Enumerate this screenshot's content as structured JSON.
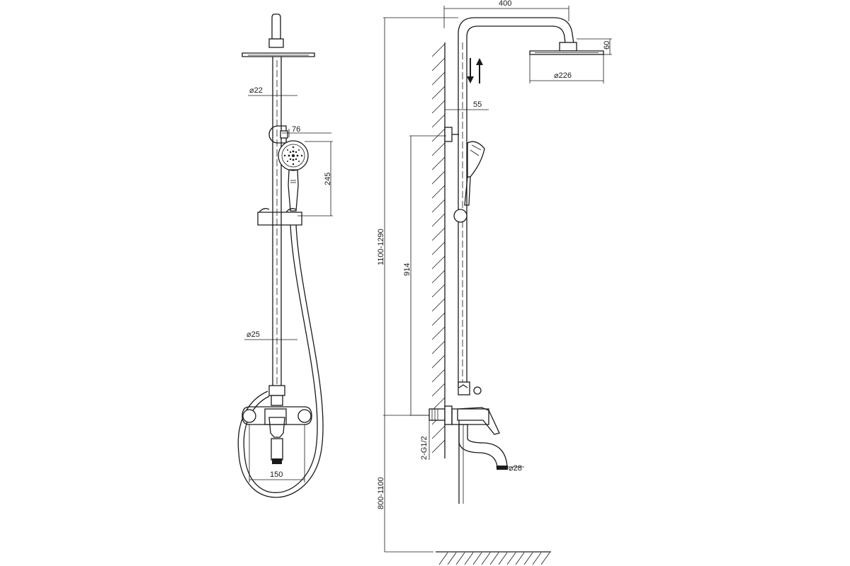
{
  "front_view": {
    "rod_diameter_top": "⌀22",
    "rod_diameter_bottom": "⌀25",
    "handshower_width": "76",
    "handshower_height": "245",
    "mixer_width": "150"
  },
  "side_view": {
    "arm_length": "400",
    "head_height": "60",
    "head_diameter": "⌀226",
    "bracket_offset": "55",
    "bracket_height": "914",
    "total_height": "1100-1290",
    "mixer_height": "800-1100",
    "inlet_thread": "2-G1/2",
    "spout_diameter": "⌀28"
  }
}
